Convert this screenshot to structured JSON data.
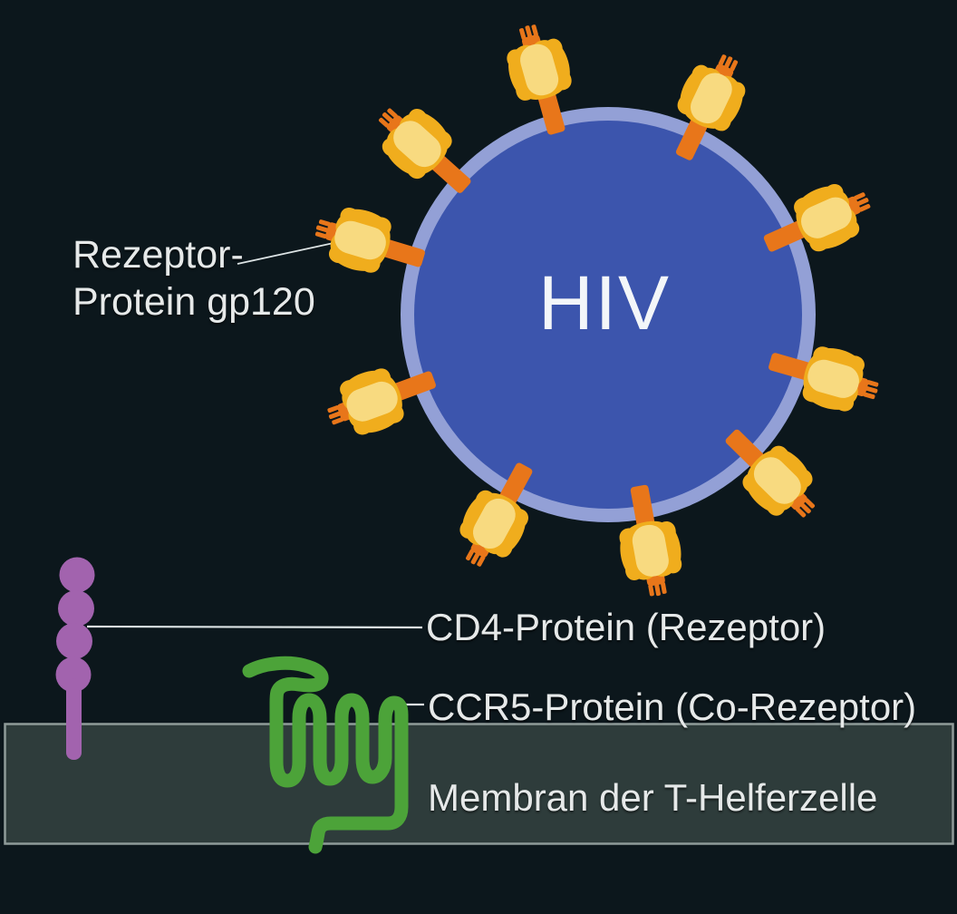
{
  "figure": {
    "virus_label": "HIV",
    "receptor_label_line1": "Rezeptor-",
    "receptor_label_line2": "Protein gp120",
    "cd4_label": "CD4-Protein (Rezeptor)",
    "ccr5_label": "CCR5-Protein (Co-Rezeptor)",
    "membrane_label": "Membran der T-Helferzelle",
    "spike_count": 10,
    "colors": {
      "background": "#0c171c",
      "virus_fill": "#3c55ad",
      "virus_rim": "#93a0d6",
      "spike_stem": "#e8761a",
      "spike_head": "#f0ad1d",
      "spike_head_inner": "#f8da80",
      "cd4_protein": "#a263ae",
      "ccr5_protein": "#4ca339",
      "membrane_fill": "#2e3c3b",
      "membrane_border": "#8f9b99",
      "label_text": "#e6e9e9",
      "virus_text": "#f3f6f9",
      "leader_line": "#dde4e5"
    }
  }
}
